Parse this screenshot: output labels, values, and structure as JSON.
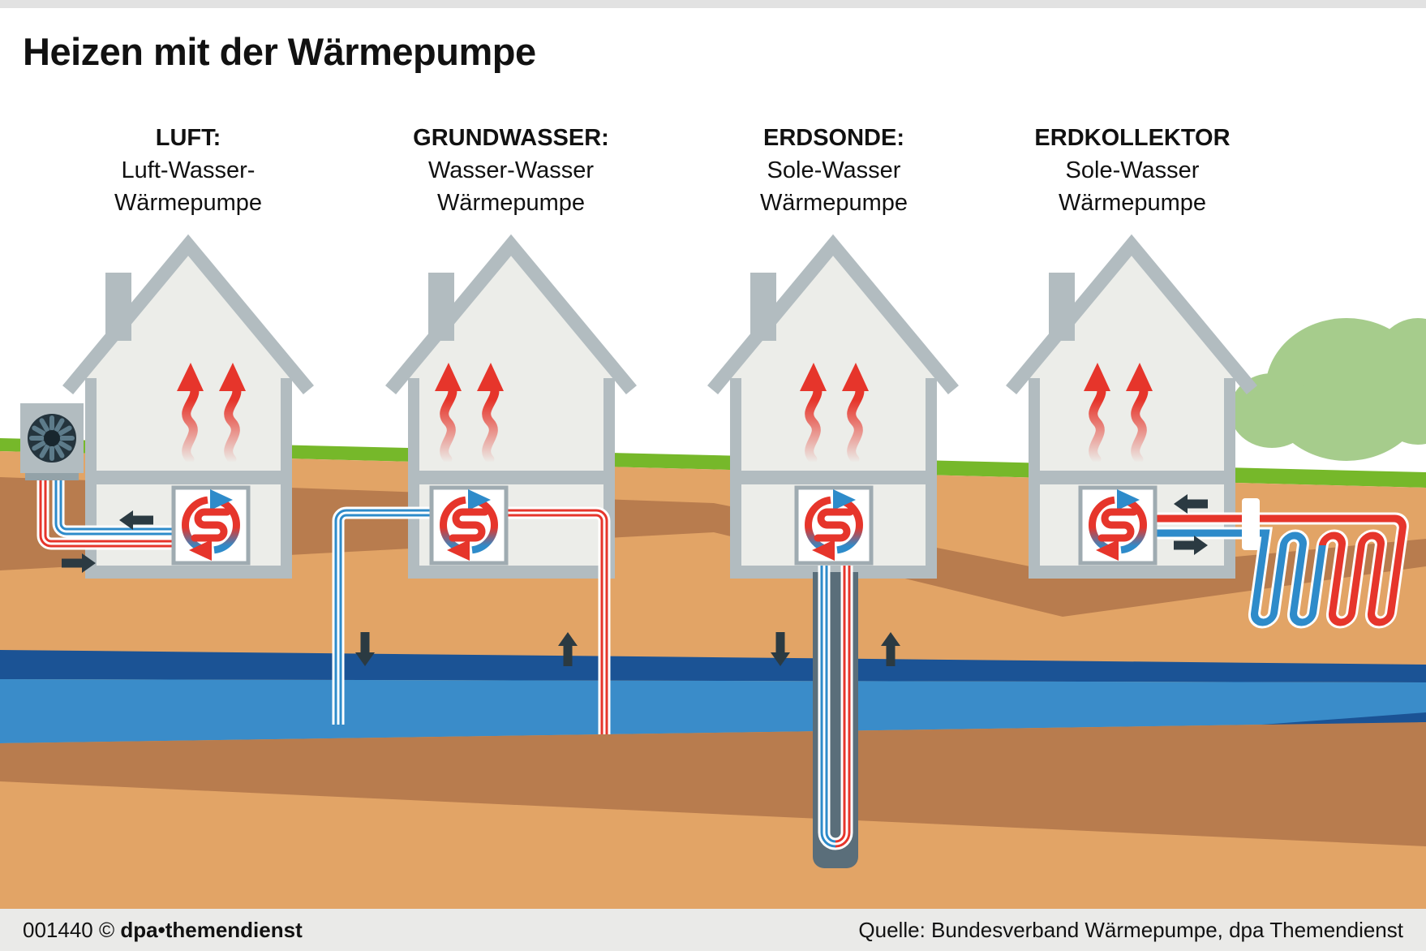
{
  "title": "Heizen mit der Wärmepumpe",
  "columns": [
    {
      "id": "luft",
      "heading": "LUFT:",
      "line2": "Luft-Wasser-",
      "line3": "Wärmepumpe"
    },
    {
      "id": "grundwasser",
      "heading": "GRUNDWASSER:",
      "line2": "Wasser-Wasser",
      "line3": "Wärmepumpe"
    },
    {
      "id": "erdsonde",
      "heading": "ERDSONDE:",
      "line2": "Sole-Wasser",
      "line3": "Wärmepumpe"
    },
    {
      "id": "erdkollektor",
      "heading": "ERDKOLLEKTOR",
      "line2": "Sole-Wasser",
      "line3": "Wärmepumpe"
    }
  ],
  "footer": {
    "code": "001440 ©",
    "brand": "dpa•themendienst",
    "source": "Quelle: Bundesverband Wärmepumpe, dpa Themendienst"
  },
  "icons": {
    "heat_pump_cycle": "circular red-blue arrows with red coil",
    "fan": "outdoor air unit fan",
    "heat_flow": "red wavy arrows rising",
    "flow_direction": "black arrows"
  },
  "colors": {
    "red": "#e6352b",
    "blue": "#2e8bca",
    "arrow_dark": "#2b3a42",
    "house_gray": "#b2bcc0",
    "house_interior": "#ecede9",
    "box_border": "#9fabb1",
    "grass_green": "#76b82a",
    "soil_tan": "#e2a466",
    "soil_brown": "#b87c4e",
    "water_blue": "#3a8cc9",
    "water_dark_blue": "#1b5395",
    "borehole_gray": "#5a6e7a",
    "fan_dark": "#24343d",
    "fan_blade": "#5d7b8a",
    "fan_hub": "#18262e",
    "unit_plate": "#93a2a8",
    "bush_green": "#a6cc8c",
    "footer_bg": "#eaeae8",
    "top_strip": "#e2e2e2",
    "text": "#111111",
    "white": "#ffffff"
  }
}
